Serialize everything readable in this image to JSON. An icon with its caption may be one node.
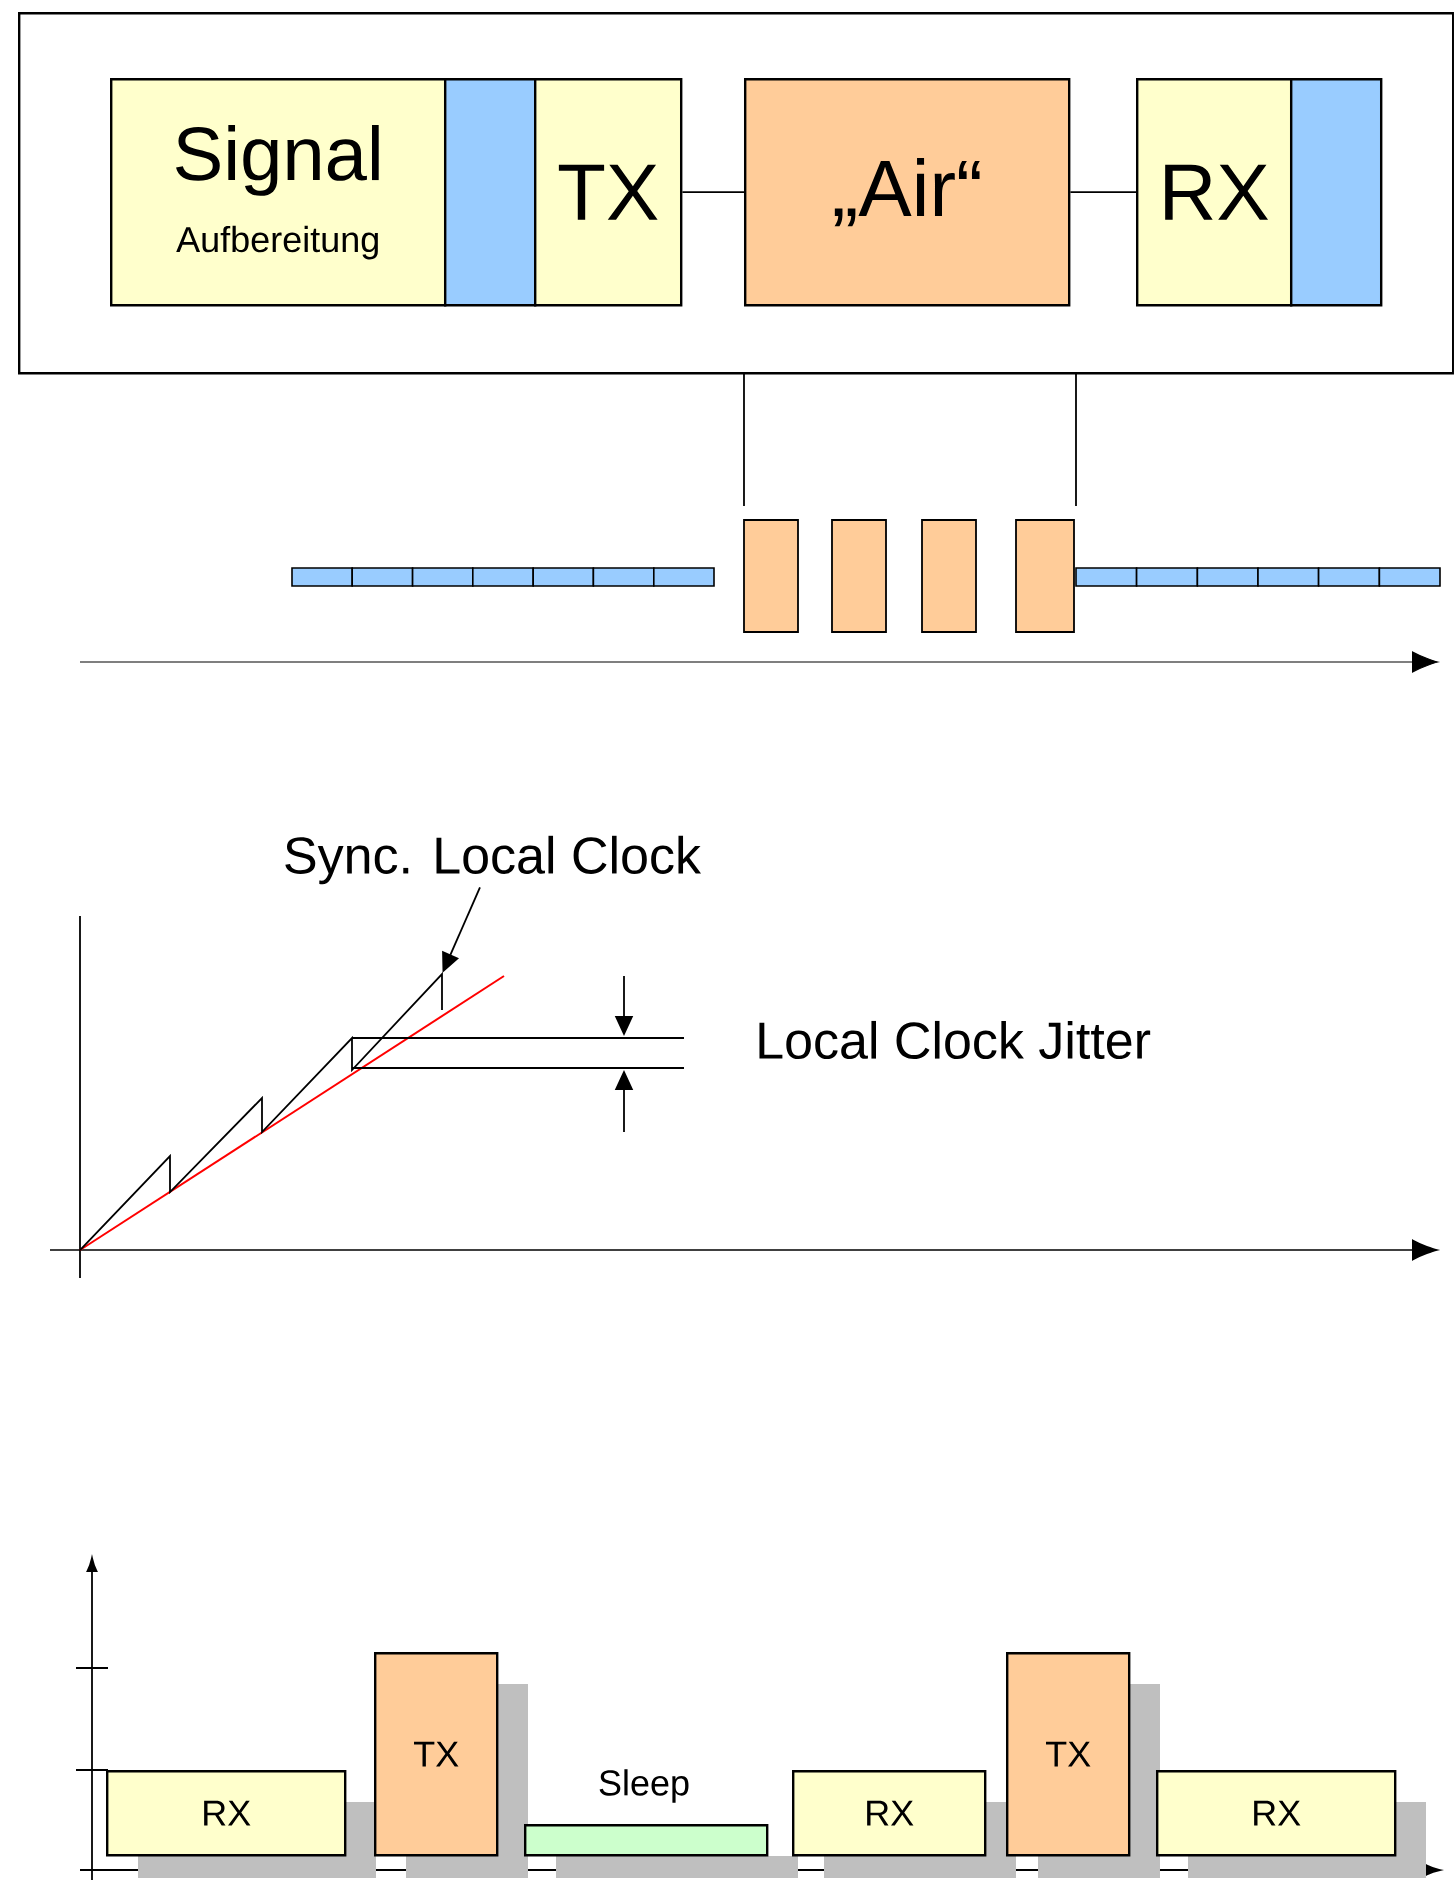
{
  "diagram": {
    "nodes": [
      {
        "text": [],
        "shape": "box"
      },
      {
        "text": [
          "Signal",
          "Aufbereitung"
        ],
        "in": 0
      },
      {
        "text": [],
        "shape": "bar",
        "in": 0
      },
      {
        "text": [
          "TX"
        ],
        "in": 0
      },
      {
        "text": [
          "„Air“"
        ],
        "in": 0
      },
      {
        "text": [
          "RX"
        ],
        "in": 0
      },
      {
        "text": [],
        "shape": "bar",
        "in": 0
      },
      {
        "text": [
          "Sync. Local Clock"
        ]
      },
      {
        "text": [
          "RX"
        ]
      },
      {
        "text": [
          "TX"
        ]
      },
      {
        "text": [
          "Sleep"
        ]
      },
      {
        "text": [
          "RX"
        ]
      },
      {
        "text": [
          "TX"
        ]
      },
      {
        "text": [
          "RX"
        ]
      },
      {
        "text": [],
        "shape": "curve"
      }
    ],
    "edges": [
      {
        "from": 3,
        "to": 4,
        "arrow": "none"
      },
      {
        "from": 4,
        "to": 5,
        "arrow": "none"
      },
      {
        "from": 7,
        "to": 14,
        "arrow": "to"
      }
    ],
    "labels": [
      "Local Clock Jitter"
    ]
  }
}
